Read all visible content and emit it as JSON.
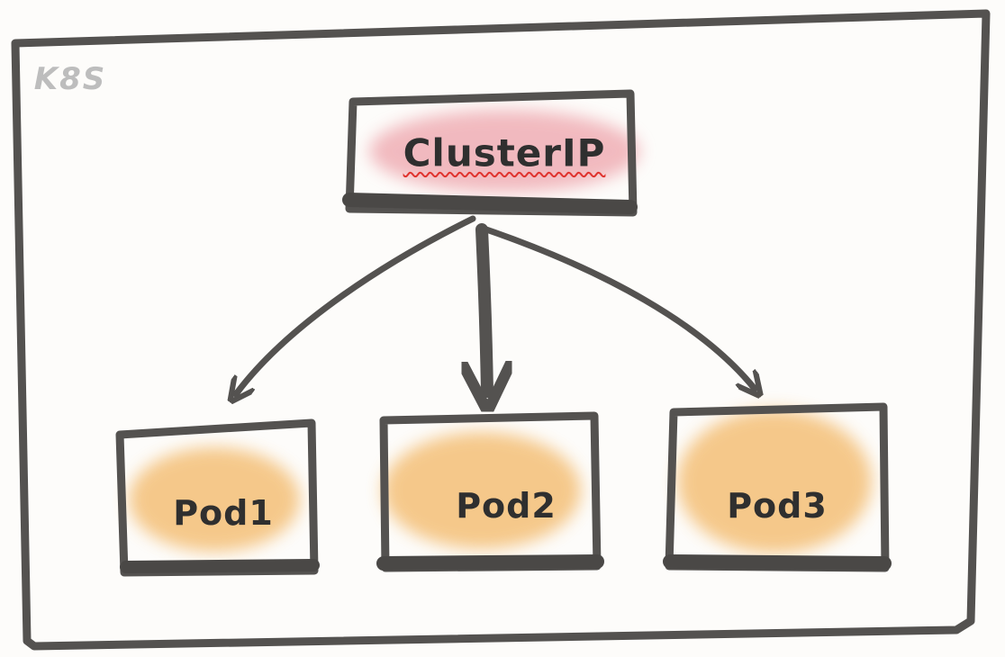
{
  "cluster": {
    "label": "K8S"
  },
  "service": {
    "label": "ClusterIP"
  },
  "pods": [
    {
      "label": "Pod1"
    },
    {
      "label": "Pod2"
    },
    {
      "label": "Pod3"
    }
  ],
  "colors": {
    "ink": "#545250",
    "service_wash": "#e8848f",
    "pod_wash": "#f0a640",
    "cluster_label": "#bdbdbd",
    "spellcheck": "#e0332e"
  }
}
